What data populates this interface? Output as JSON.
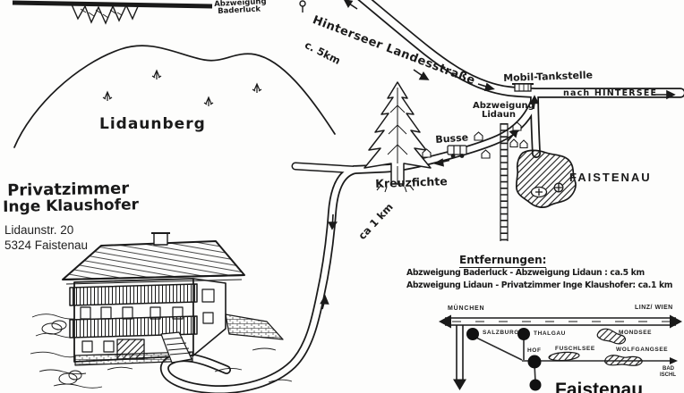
{
  "colors": {
    "ink": "#1a1a1a",
    "paper": "#fdfdfc"
  },
  "main_map": {
    "abzweigung_baderluck_line1": "Abzweigung",
    "abzweigung_baderluck_line2": "Baderluck",
    "hinterseer_landesstrasse": "Hinterseer Landesstraße",
    "ca_5km": "c. 5km",
    "mobil_tankstelle": "Mobil-Tankstelle",
    "nach_hintersee": "nach HINTERSEE",
    "abzweigung_lidaun_line1": "Abzweigung",
    "abzweigung_lidaun_line2": "Lidaun",
    "busse": "Busse",
    "kreuzfichte": "Kreuzfichte",
    "lidaunberg": "Lidaunberg",
    "faistenau": "FAISTENAU",
    "ca_1km": "ca 1 km"
  },
  "address": {
    "title_line1": "Privatzimmer",
    "title_line2": "Inge Klaushofer",
    "street": "Lidaunstr. 20",
    "city": "5324 Faistenau"
  },
  "distances": {
    "title": "Entfernungen:",
    "line1": "Abzweigung Baderluck - Abzweigung Lidaun : ca.5 km",
    "line2": "Abzweigung Lidaun - Privatzimmer Inge Klaushofer: ca.1 km"
  },
  "inset": {
    "muenchen": "MÜNCHEN",
    "linz_wien": "LINZ/ WIEN",
    "salzburg": "SALZBURG",
    "thalgau": "THALGAU",
    "mondsee": "MONDSEE",
    "hof": "HOF",
    "fuschlsee": "FUSCHLSEE",
    "wolfgangsee": "WOLFGANGSEE",
    "bad": "BAD",
    "ischl": "ISCHL",
    "faistenau": "Faistenau"
  }
}
